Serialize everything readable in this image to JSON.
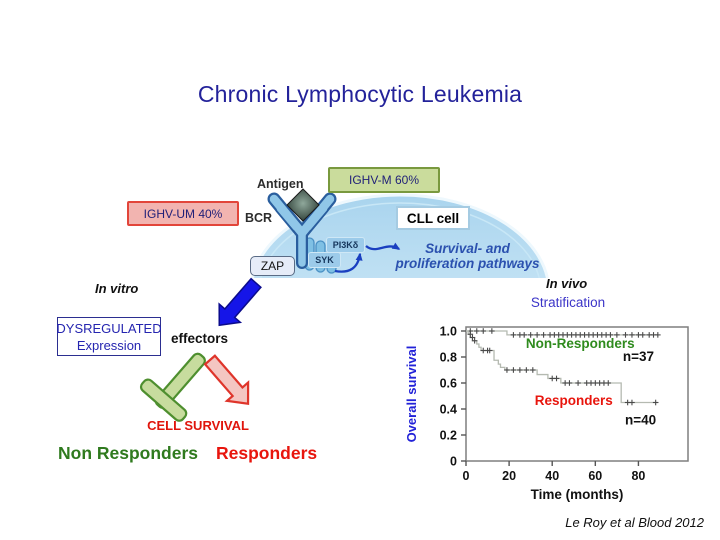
{
  "slide": {
    "title": "Chronic Lymphocytic Leukemia",
    "citation": "Le Roy et al Blood 2012"
  },
  "diagram": {
    "antigen": "Antigen",
    "bcr": "BCR",
    "ighv_m": "IGHV-M 60%",
    "ighv_um": "IGHV-UM 40%",
    "cll_cell": "CLL cell",
    "zap": "ZAP",
    "syk": "SYK",
    "pi3k": "PI3Kδ",
    "pathways_line1": "Survival- and",
    "pathways_line2": "proliferation pathways"
  },
  "invitro": {
    "heading": "In vitro",
    "dysregulated_line1": "DYSREGULATED",
    "dysregulated_line2": "Expression",
    "effectors": "effectors",
    "cell_survival": "CELL SURVIVAL",
    "non_responders": "Non Responders",
    "responders": "Responders"
  },
  "invivo": {
    "heading": "In vivo",
    "subheading": "Stratification"
  },
  "colors": {
    "title_blue": "#23229a",
    "ighv_m_fill": "#cadc9c",
    "ighv_m_border": "#79993e",
    "ighv_um_fill": "#f2b4b0",
    "ighv_um_border": "#e2453a",
    "cell_fill": "#aed9f1",
    "pathway_blue": "#2b51af",
    "signal_arrow_blue": "#1515e8",
    "inhibit_arrow_green_fill": "#c7dc9e",
    "inhibit_arrow_green_border": "#4e8f2f",
    "survival_arrow_red_fill": "#f4c6c2",
    "survival_arrow_red_border": "#df352b",
    "cell_survival_red": "#e0150c",
    "non_responders_green": "#2f7a1e",
    "responders_red": "#e8150d",
    "stratification_blue": "#3c35c8",
    "axis_label_blue": "#2222d8"
  },
  "chart_data": {
    "type": "line",
    "subtype": "kaplan_meier_step",
    "title": "",
    "xlabel": "Time (months)",
    "ylabel": "Overall survival",
    "xlim": [
      0,
      103
    ],
    "ylim": [
      0,
      1.03
    ],
    "xticks": [
      0,
      20,
      40,
      60,
      80
    ],
    "yticks": [
      {
        "v": 1.0,
        "label": "1.0"
      },
      {
        "v": 0.8,
        "label": "0.8"
      },
      {
        "v": 0.6,
        "label": "0.6"
      },
      {
        "v": 0.4,
        "label": "0.4"
      },
      {
        "v": 0.2,
        "label": "0.2"
      },
      {
        "v": 0.0,
        "label": "0"
      }
    ],
    "grid": false,
    "frame": true,
    "curve_color": "#b5bab1",
    "censor_color": "#4a4a4a",
    "series": [
      {
        "name": "Non-Responders",
        "n_label": "n=37",
        "steps": [
          [
            0,
            1.0
          ],
          [
            19,
            0.97
          ],
          [
            89,
            0.97
          ]
        ],
        "censors": [
          [
            2,
            1.0
          ],
          [
            5,
            1.0
          ],
          [
            8,
            1.0
          ],
          [
            12,
            1.0
          ],
          [
            22,
            0.97
          ],
          [
            25,
            0.97
          ],
          [
            27,
            0.97
          ],
          [
            30,
            0.97
          ],
          [
            33,
            0.97
          ],
          [
            36,
            0.97
          ],
          [
            39,
            0.97
          ],
          [
            41,
            0.97
          ],
          [
            43,
            0.97
          ],
          [
            45,
            0.97
          ],
          [
            47,
            0.97
          ],
          [
            49,
            0.97
          ],
          [
            51,
            0.97
          ],
          [
            53,
            0.97
          ],
          [
            55,
            0.97
          ],
          [
            57,
            0.97
          ],
          [
            59,
            0.97
          ],
          [
            61,
            0.97
          ],
          [
            63,
            0.97
          ],
          [
            65,
            0.97
          ],
          [
            67,
            0.97
          ],
          [
            70,
            0.97
          ],
          [
            74,
            0.97
          ],
          [
            77,
            0.97
          ],
          [
            80,
            0.97
          ],
          [
            82,
            0.97
          ],
          [
            85,
            0.97
          ],
          [
            87,
            0.97
          ],
          [
            89,
            0.97
          ]
        ]
      },
      {
        "name": "Responders",
        "n_label": "n=40",
        "steps": [
          [
            0,
            1.0
          ],
          [
            1,
            0.975
          ],
          [
            2,
            0.95
          ],
          [
            3,
            0.925
          ],
          [
            5,
            0.9
          ],
          [
            6,
            0.875
          ],
          [
            7,
            0.85
          ],
          [
            13,
            0.775
          ],
          [
            15,
            0.745
          ],
          [
            16,
            0.72
          ],
          [
            18,
            0.7
          ],
          [
            33,
            0.665
          ],
          [
            38,
            0.635
          ],
          [
            44,
            0.6
          ],
          [
            72,
            0.45
          ],
          [
            89,
            0.45
          ]
        ],
        "censors": [
          [
            2,
            0.975
          ],
          [
            3,
            0.95
          ],
          [
            4,
            0.925
          ],
          [
            8,
            0.85
          ],
          [
            10,
            0.85
          ],
          [
            11,
            0.85
          ],
          [
            19,
            0.7
          ],
          [
            22,
            0.7
          ],
          [
            25,
            0.7
          ],
          [
            28,
            0.7
          ],
          [
            31,
            0.7
          ],
          [
            40,
            0.635
          ],
          [
            42,
            0.635
          ],
          [
            46,
            0.6
          ],
          [
            48,
            0.6
          ],
          [
            52,
            0.6
          ],
          [
            56,
            0.6
          ],
          [
            58,
            0.6
          ],
          [
            60,
            0.6
          ],
          [
            62,
            0.6
          ],
          [
            64,
            0.6
          ],
          [
            66,
            0.6
          ],
          [
            75,
            0.45
          ],
          [
            77,
            0.45
          ],
          [
            88,
            0.45
          ]
        ]
      }
    ],
    "annotations": [
      {
        "text": "Non-Responders",
        "x": 53,
        "y": 0.87,
        "color": "#2f8b1e",
        "size": 13.5
      },
      {
        "text": "n=37",
        "x": 80,
        "y": 0.77,
        "color": "#111111",
        "size": 13.5
      },
      {
        "text": "Responders",
        "x": 50,
        "y": 0.43,
        "color": "#e8150d",
        "size": 13.5
      },
      {
        "text": "n=40",
        "x": 81,
        "y": 0.28,
        "color": "#111111",
        "size": 13.5
      }
    ]
  }
}
